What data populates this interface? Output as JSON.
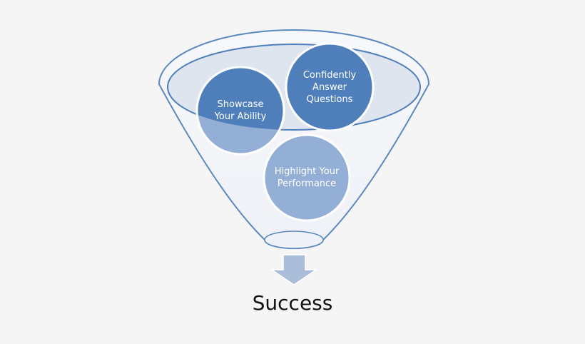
{
  "diagram": {
    "colors": {
      "background": "#f5f5f5",
      "funnel_fill": "#f3f5f8",
      "funnel_stroke": "#5b88bf",
      "rim_inner_fill": "#dfe5ee",
      "circle_dark": "#4f7fbb",
      "circle_light": "#94afd6",
      "circle_stroke": "#ffffff",
      "arrow_fill": "#a9bcd8",
      "success_text": "#111111"
    },
    "circles": [
      {
        "label": "Showcase\nYour Ability"
      },
      {
        "label": "Confidently\nAnswer\nQuestions"
      },
      {
        "label": "Highlight Your\nPerformance"
      }
    ],
    "result": {
      "label": "Success"
    }
  }
}
